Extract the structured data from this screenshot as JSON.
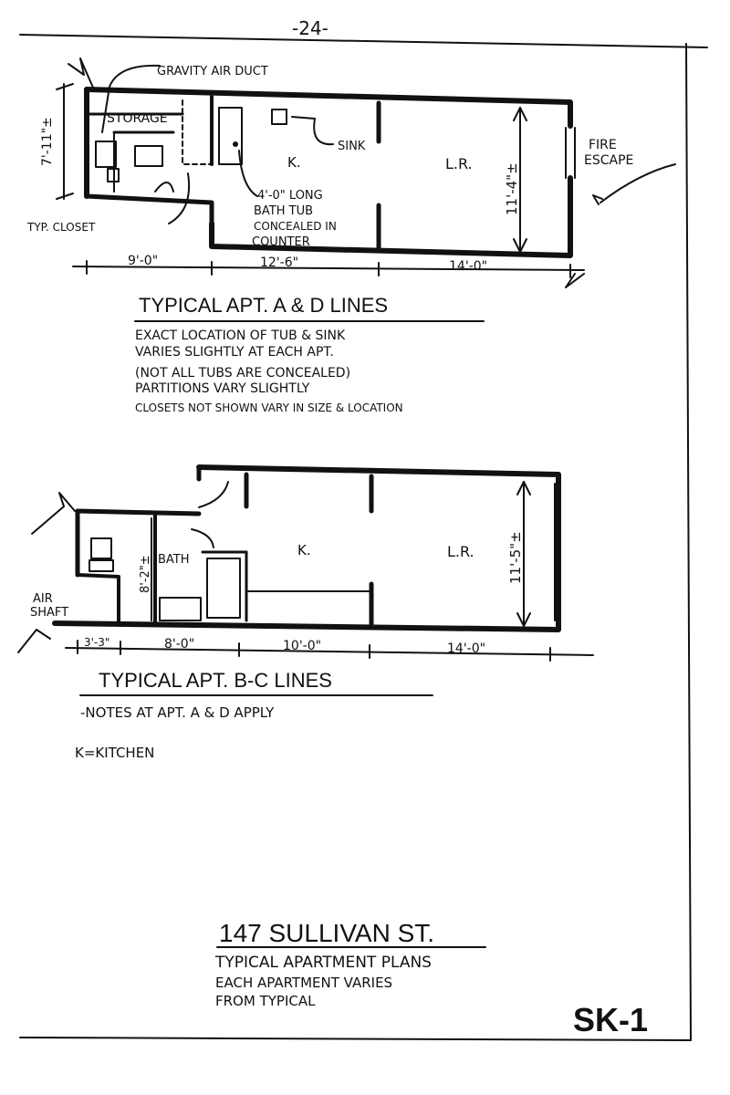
{
  "page_number": "-24-",
  "plan_a": {
    "labels": {
      "gravity_air_duct": "GRAVITY AIR DUCT",
      "storage": "STORAGE",
      "sink": "SINK",
      "kitchen": "K.",
      "living_room": "L.R.",
      "fire_escape_1": "FIRE",
      "fire_escape_2": "ESCAPE",
      "tub_1": "4'-0\" LONG",
      "tub_2": "BATH TUB",
      "tub_3": "CONCEALED IN",
      "tub_4": "COUNTER",
      "typ_closet": "TYP. CLOSET"
    },
    "dims": {
      "height_left": "7'-11\"±",
      "height_right": "11'-4\"±",
      "d1": "9'-0\"",
      "d2": "12'-6\"",
      "d3": "14'-0\""
    },
    "title": "TYPICAL APT. A & D LINES",
    "notes": [
      "EXACT LOCATION OF TUB & SINK",
      "VARIES SLIGHTLY AT EACH APT.",
      "(NOT ALL TUBS ARE CONCEALED)",
      "PARTITIONS VARY SLIGHTLY",
      "CLOSETS NOT SHOWN VARY IN SIZE & LOCATION"
    ]
  },
  "plan_b": {
    "labels": {
      "bath": "BATH",
      "kitchen": "K.",
      "living_room": "L.R.",
      "air_shaft_1": "AIR",
      "air_shaft_2": "SHAFT"
    },
    "dims": {
      "height_bath": "8'-2\"±",
      "height_lr": "11'-5\"±",
      "d1": "3'-3\"",
      "d2": "8'-0\"",
      "d3": "10'-0\"",
      "d4": "14'-0\""
    },
    "title": "TYPICAL APT. B-C LINES",
    "note": "-NOTES AT APT. A & D APPLY",
    "legend": "K=KITCHEN"
  },
  "title_block": {
    "address": "147 SULLIVAN ST.",
    "line1": "TYPICAL APARTMENT PLANS",
    "line2": "EACH APARTMENT VARIES",
    "line3": "FROM TYPICAL",
    "sheet": "SK-1"
  }
}
